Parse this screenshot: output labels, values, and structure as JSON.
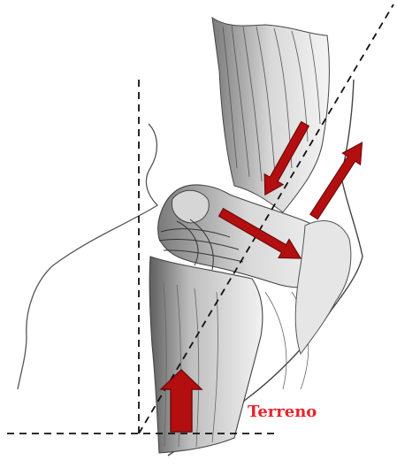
{
  "labels": {
    "ground": "Terreno"
  },
  "colors": {
    "arrow_fill": "#b40f10",
    "arrow_stroke": "#6e0a0a",
    "label_text": "#e8242a",
    "sketch_line": "#3a3a3a",
    "sketch_shade": "#9a9a9a",
    "guide_line": "#111111"
  },
  "arrows": [
    {
      "id": "upper-left-arrow",
      "direction": "down-left"
    },
    {
      "id": "middle-arrow",
      "direction": "down-right"
    },
    {
      "id": "right-arrow",
      "direction": "up-right"
    },
    {
      "id": "ground-arrow",
      "direction": "up"
    }
  ],
  "guides": [
    {
      "id": "vertical-guide",
      "style": "dashed"
    },
    {
      "id": "horizontal-ground-guide",
      "style": "dashed"
    },
    {
      "id": "diagonal-axis-guide",
      "style": "dashed"
    }
  ]
}
